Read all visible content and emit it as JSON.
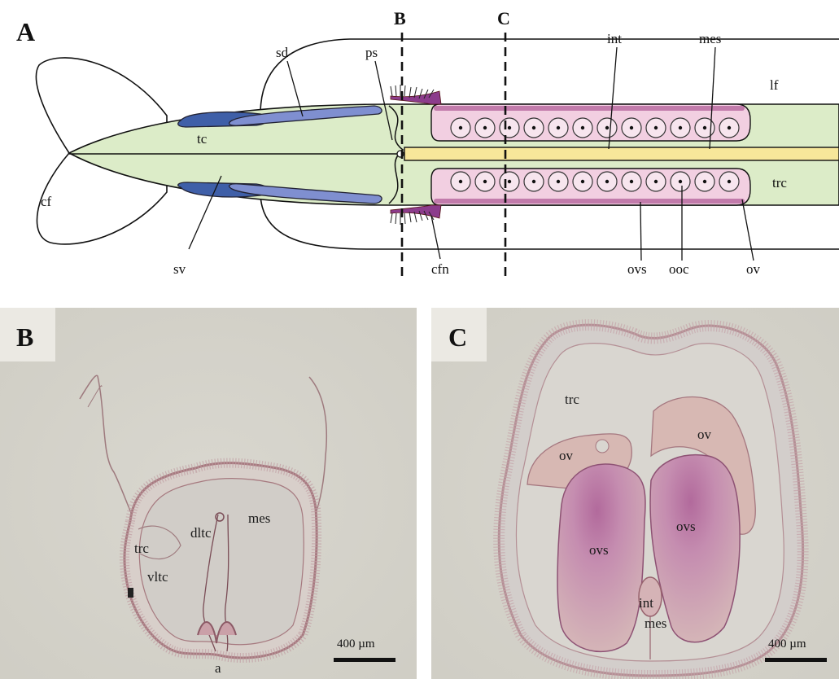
{
  "panels": {
    "a": {
      "letter": "A",
      "section_markers": [
        "B",
        "C"
      ],
      "labels": {
        "cf": "cf",
        "tc": "tc",
        "sd": "sd",
        "ps": "ps",
        "sv": "sv",
        "int": "int",
        "mes": "mes",
        "lf": "lf",
        "trc": "trc",
        "cfn": "cfn",
        "ovs": "ovs",
        "ooc": "ooc",
        "ov": "ov"
      },
      "colors": {
        "trunk_coelom": "#dcecc8",
        "seminal_vesicle": "#3f5fa8",
        "sperm_duct": "#7f8fd0",
        "ovary": "#f2cfe1",
        "ovary_outline": "#c27bab",
        "intestine": "#f7e79a",
        "ciliated_funnel": "#8c3c8c"
      }
    },
    "b": {
      "letter": "B",
      "labels": {
        "dltc": "dltc",
        "mes": "mes",
        "trc": "trc",
        "vltc": "vltc",
        "a": "a"
      },
      "scale_bar": "400 µm"
    },
    "c": {
      "letter": "C",
      "labels": {
        "trc": "trc",
        "ov_left": "ov",
        "ov_right": "ov",
        "ovs_left": "ovs",
        "ovs_right": "ovs",
        "int": "int",
        "mes": "mes"
      },
      "scale_bar": "400 µm"
    }
  }
}
